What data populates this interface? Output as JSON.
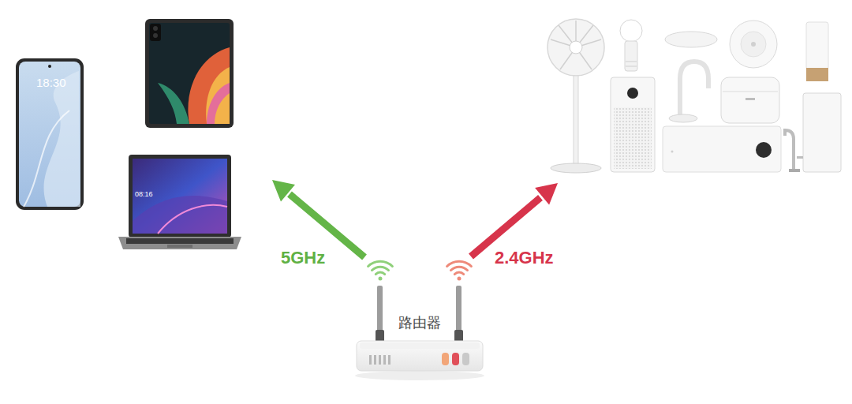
{
  "diagram": {
    "nodes": [
      {
        "text": [
          "路由器"
        ]
      }
    ],
    "labels": [
      "18:30",
      "08:16",
      "5GHz",
      "2.4GHz"
    ]
  }
}
